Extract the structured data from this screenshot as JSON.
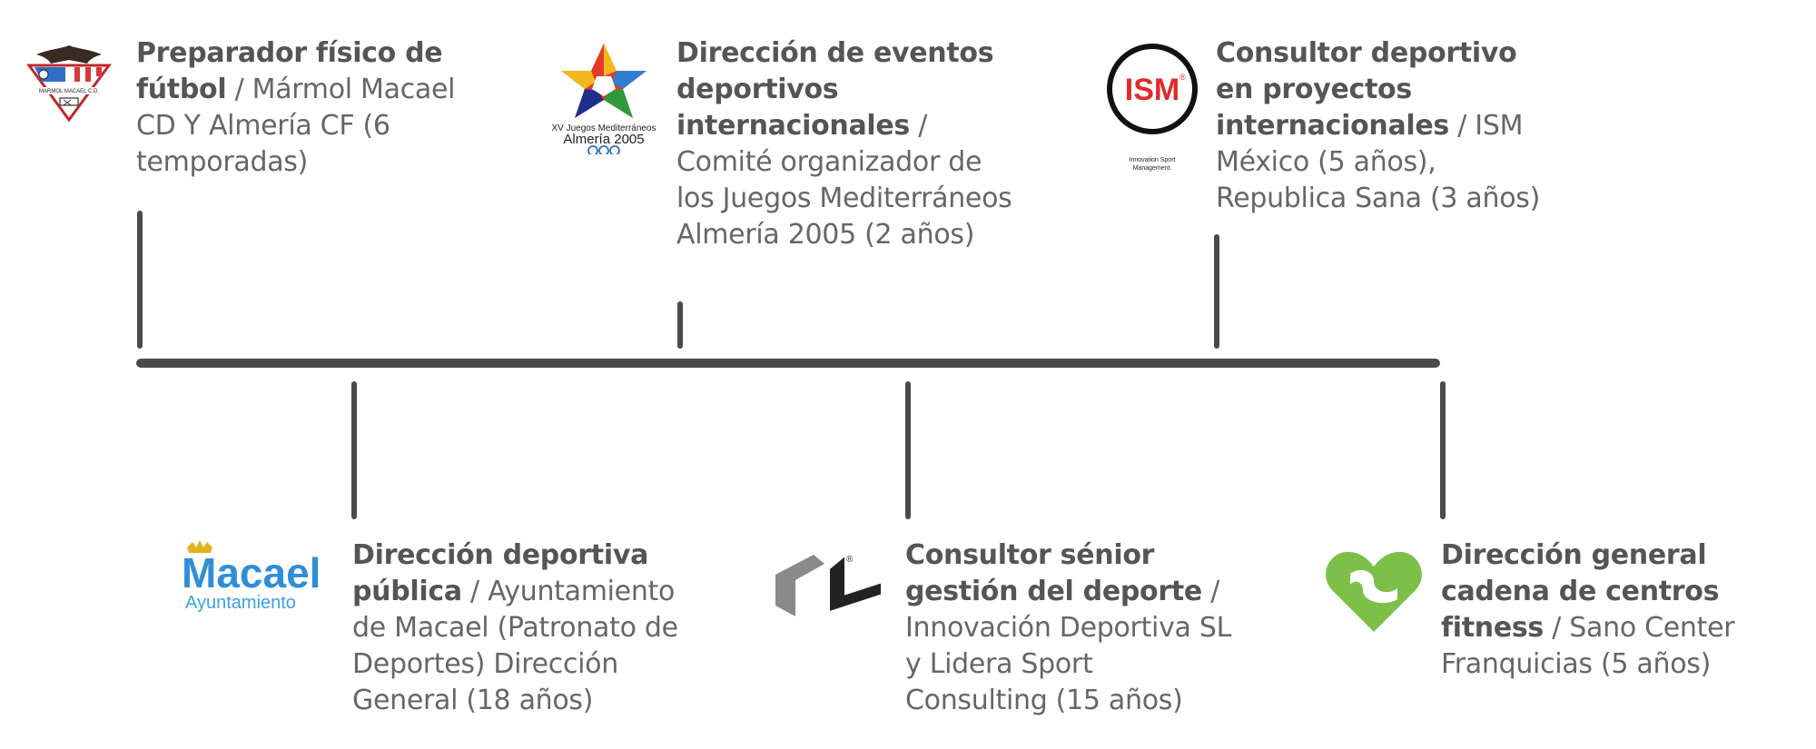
{
  "timeline": {
    "top_entries": [
      {
        "id": "marmol-macael",
        "role": "Preparador físico de fútbol",
        "org": " / Mármol Macael CD Y Almería CF (6 temporadas)",
        "logo": {
          "icon": "club-crest-icon",
          "text": "MARMOL MACAEL C.D."
        }
      },
      {
        "id": "almeria-2005",
        "role": "Dirección de eventos deportivos internacionales",
        "org": " / Comité organizador de los Juegos Mediterráneos  Almería 2005 (2 años)",
        "logo": {
          "icon": "star-games-logo-icon",
          "line1": "XV Juegos Mediterráneos",
          "line2": "Almería 2005"
        }
      },
      {
        "id": "ism",
        "role": "Consultor deportivo en proyectos internacionales",
        "org": " / ISM México (5 años), Republica Sana (3 años)",
        "logo": {
          "icon": "ism-circle-logo-icon",
          "mark": "ISM",
          "reg": "®",
          "caption1": "Innovation Sport",
          "caption2": "Management."
        }
      }
    ],
    "bottom_entries": [
      {
        "id": "macael",
        "role": "Dirección deportiva pública",
        "org": " / Ayuntamiento de Macael (Patronato de Deportes) Dirección General (18 años)",
        "logo": {
          "icon": "crown-icon",
          "word": "Macael",
          "sub": "Ayuntamiento"
        }
      },
      {
        "id": "innovacion",
        "role": "Consultor sénior gestión del deporte",
        "org": " / Innovación Deportiva SL y Lidera Sport Consulting (15 años)",
        "logo": {
          "icon": "l-shape-logo-icon",
          "reg": "®"
        }
      },
      {
        "id": "sano",
        "role": "Dirección general cadena de centros fitness",
        "org": " / Sano Center Franquicias (5 años)",
        "logo": {
          "icon": "green-heart-logo-icon"
        }
      }
    ]
  },
  "colors": {
    "axis": "#4a4a4a",
    "text": "#5c5c5c",
    "macael_blue": "#2f8fd6",
    "sano_green": "#7cc04a"
  }
}
